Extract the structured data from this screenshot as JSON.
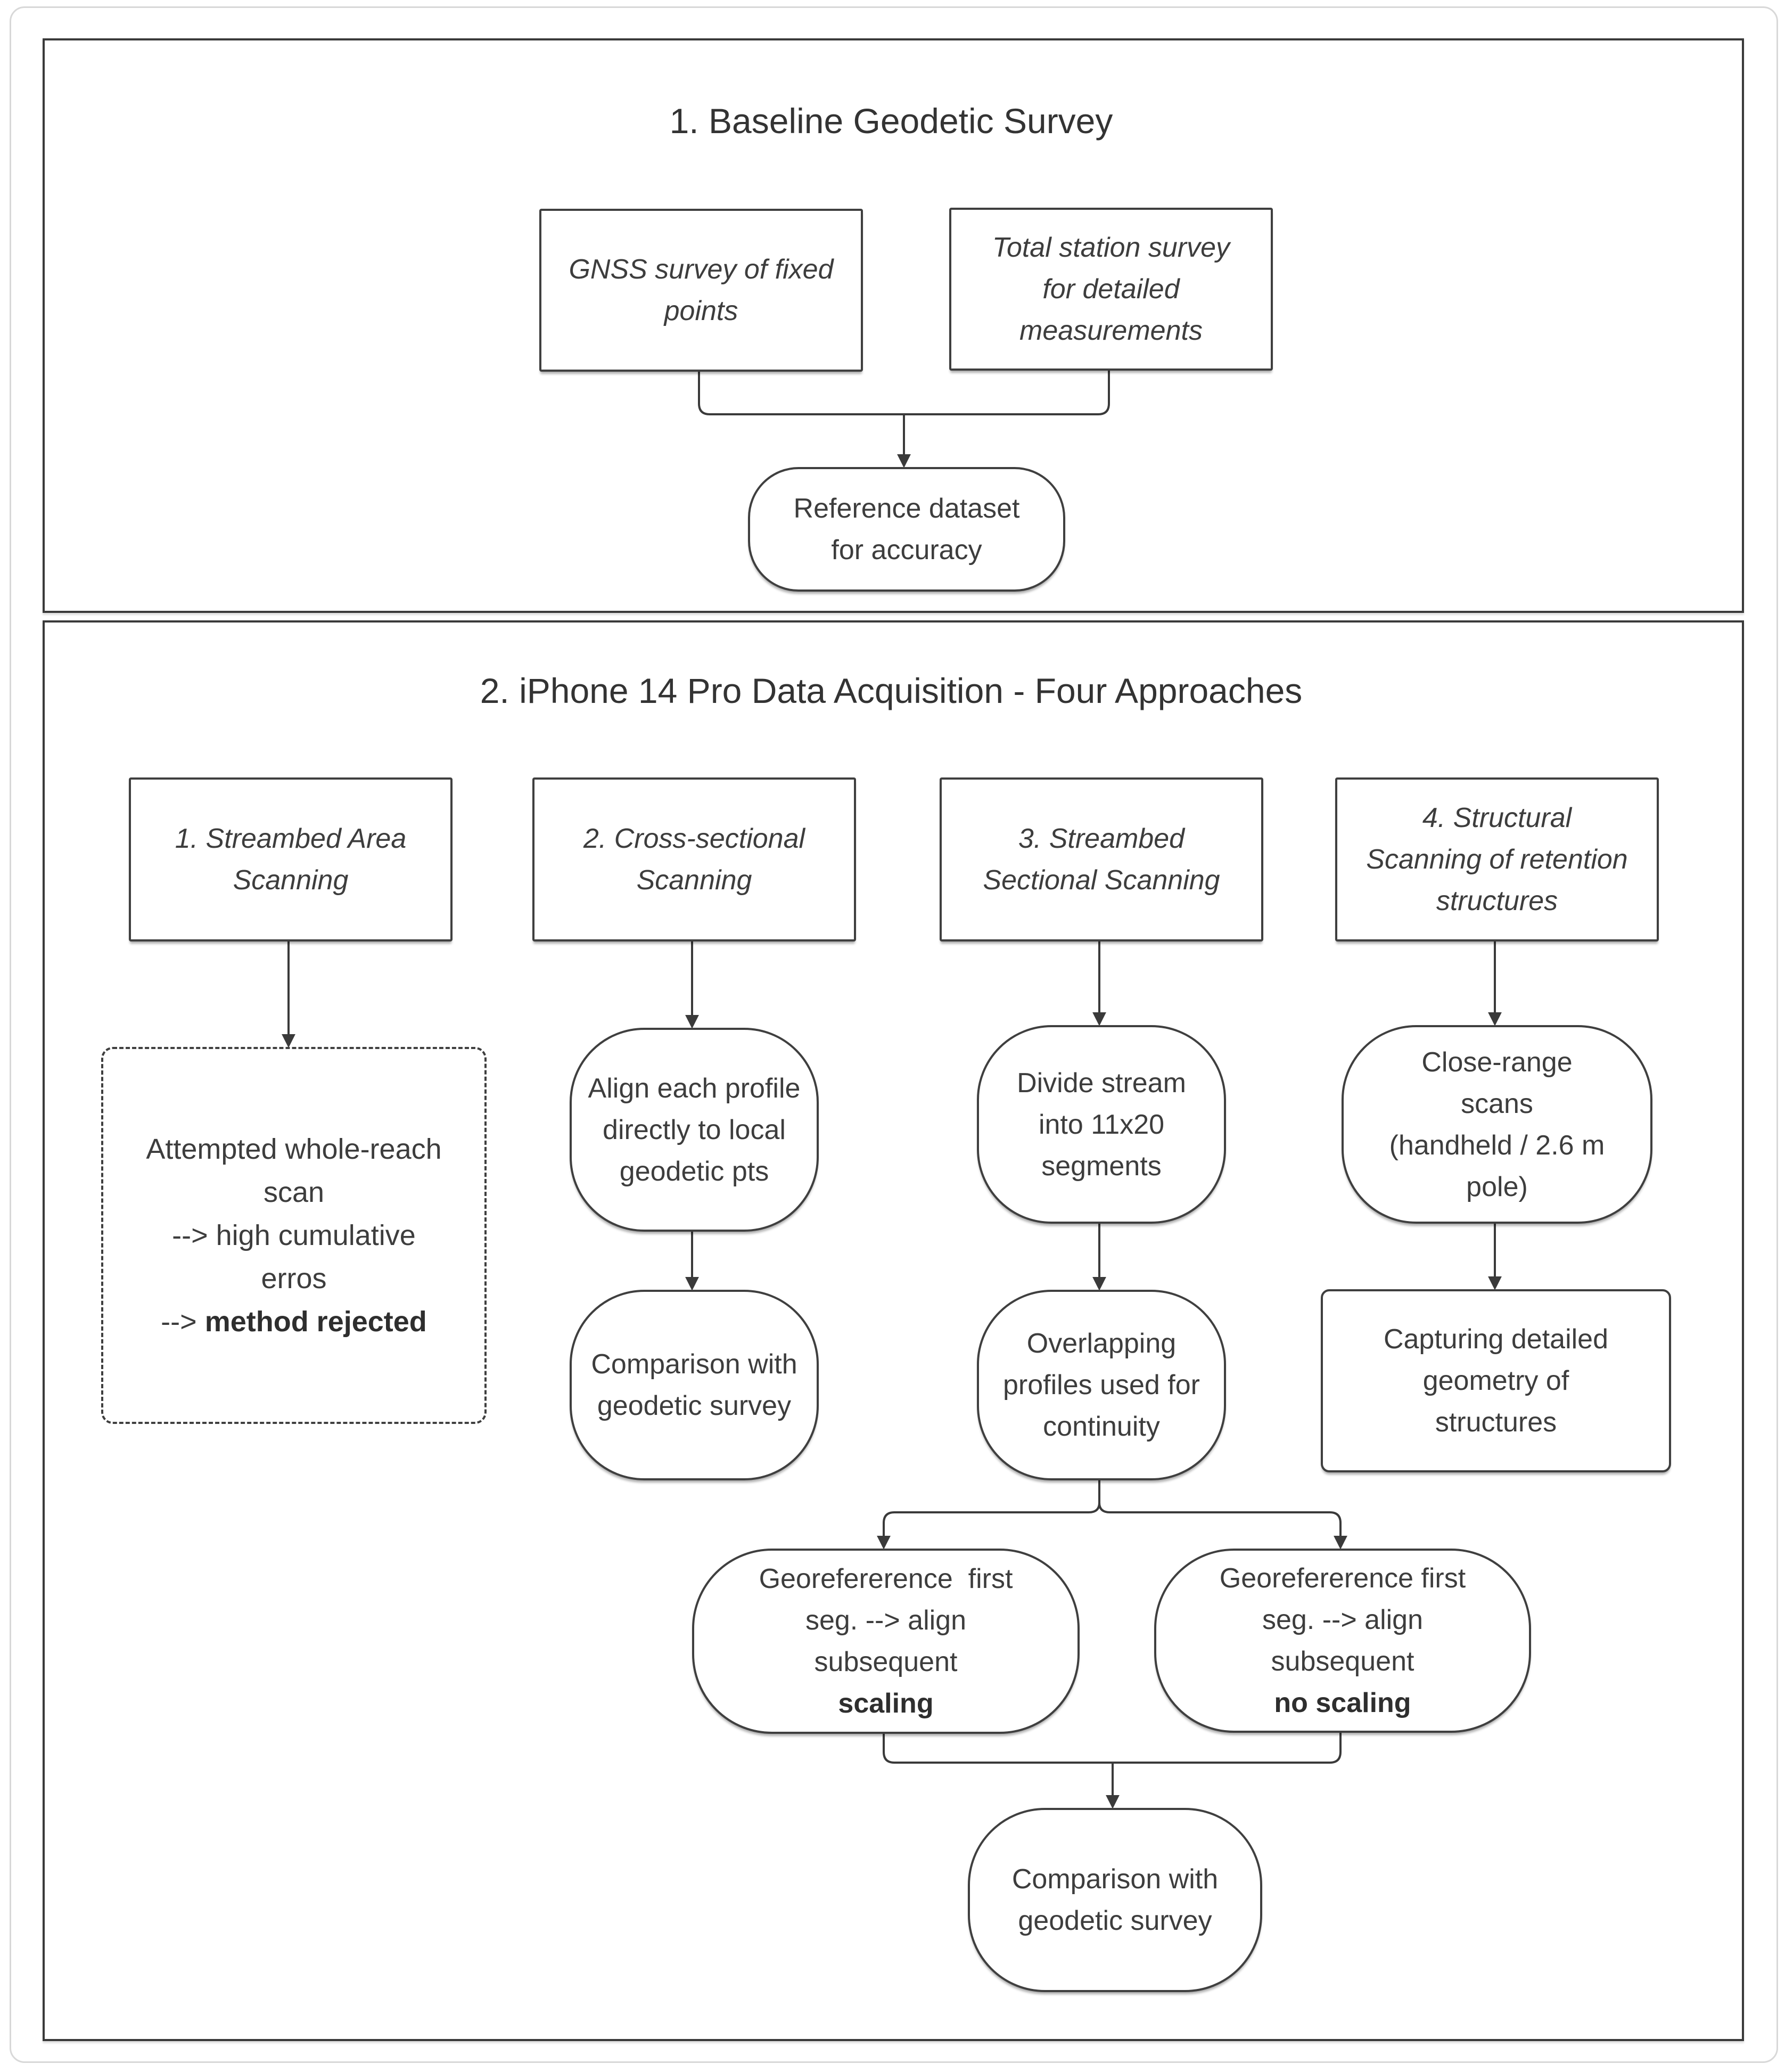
{
  "colors": {
    "line": "#3a3a3a",
    "text": "#3d3d3d",
    "card_border": "#d8d8d8"
  },
  "section1": {
    "title": "1. Baseline Geodetic Survey",
    "gnss": "GNSS survey of fixed\npoints",
    "total_station": "Total station survey\nfor detailed\nmeasurements",
    "reference": "Reference dataset\nfor accuracy"
  },
  "section2": {
    "title": "2. iPhone 14 Pro Data Acquisition - Four Approaches",
    "approach1": "1. Streambed Area\nScanning",
    "approach2": "2. Cross-sectional\nScanning",
    "approach3": "3. Streambed\nSectional Scanning",
    "approach4": "4. Structural\nScanning of retention\nstructures",
    "attempted_scan": "Attempted whole-reach\nscan\n--> high cumulative\nerros\n--> ",
    "attempted_scan_bold": "method rejected",
    "align_profile": "Align each profile\ndirectly to local\ngeodetic pts",
    "comparison_cross": "Comparison with\ngeodetic survey",
    "divide_stream": "Divide stream\ninto 11x20\nsegments",
    "overlapping": "Overlapping\nprofiles used for\ncontinuity",
    "close_range": "Close-range\nscans\n(handheld / 2.6 m\npole)",
    "capturing": "Capturing detailed\ngeometry of\nstructures",
    "georef_scaling": "Georefererence  first\nseg. --> align\nsubsequent\n",
    "georef_scaling_bold": "scaling",
    "georef_no_scaling": "Georefererence first\nseg. --> align\nsubsequent\n",
    "georef_no_scaling_bold": "no scaling",
    "comparison_final": "Comparison with\ngeodetic survey"
  }
}
